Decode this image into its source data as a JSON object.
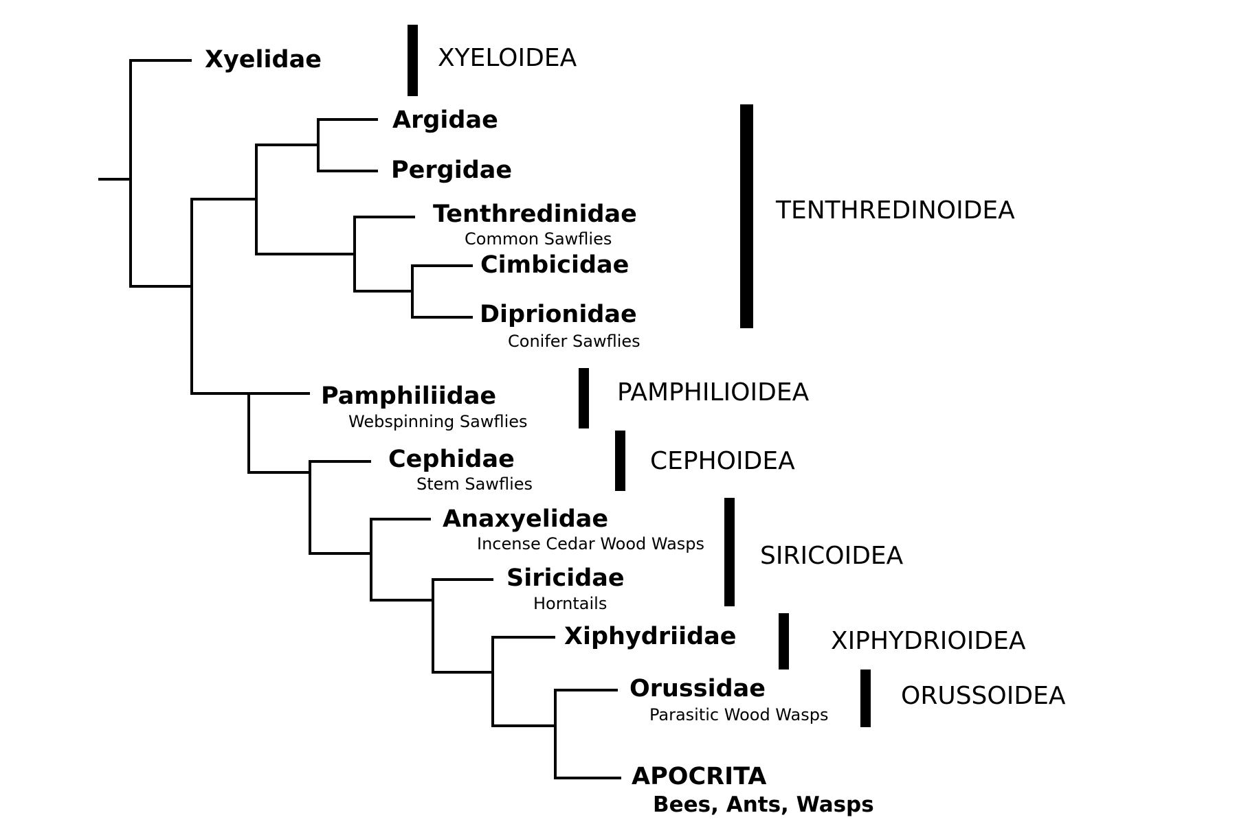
{
  "taxa": {
    "xyelidae": {
      "name": "Xyelidae"
    },
    "argidae": {
      "name": "Argidae"
    },
    "pergidae": {
      "name": "Pergidae"
    },
    "tenthredinidae": {
      "name": "Tenthredinidae",
      "common": "Common Sawflies"
    },
    "cimbicidae": {
      "name": "Cimbicidae"
    },
    "diprionidae": {
      "name": "Diprionidae",
      "common": "Conifer Sawflies"
    },
    "pamphiliidae": {
      "name": "Pamphiliidae",
      "common": "Webspinning Sawflies"
    },
    "cephidae": {
      "name": "Cephidae",
      "common": "Stem Sawflies"
    },
    "anaxyelidae": {
      "name": "Anaxyelidae",
      "common": "Incense Cedar Wood Wasps"
    },
    "siricidae": {
      "name": "Siricidae",
      "common": "Horntails"
    },
    "xiphydriidae": {
      "name": "Xiphydriidae"
    },
    "orussidae": {
      "name": "Orussidae",
      "common": "Parasitic Wood Wasps"
    },
    "apocrita": {
      "name": "APOCRITA",
      "common": "Bees, Ants, Wasps"
    }
  },
  "superfamilies": {
    "xyeloidea": "XYELOIDEA",
    "tenthredinoidea": "TENTHREDINOIDEA",
    "pamphilioidea": "PAMPHILIOIDEA",
    "cephoidea": "CEPHOIDEA",
    "siricoidea": "SIRICOIDEA",
    "xiphydrioidea": "XIPHYDRIOIDEA",
    "orussoidea": "ORUSSOIDEA"
  },
  "colors": {
    "ink": "#000000",
    "background": "#ffffff"
  }
}
